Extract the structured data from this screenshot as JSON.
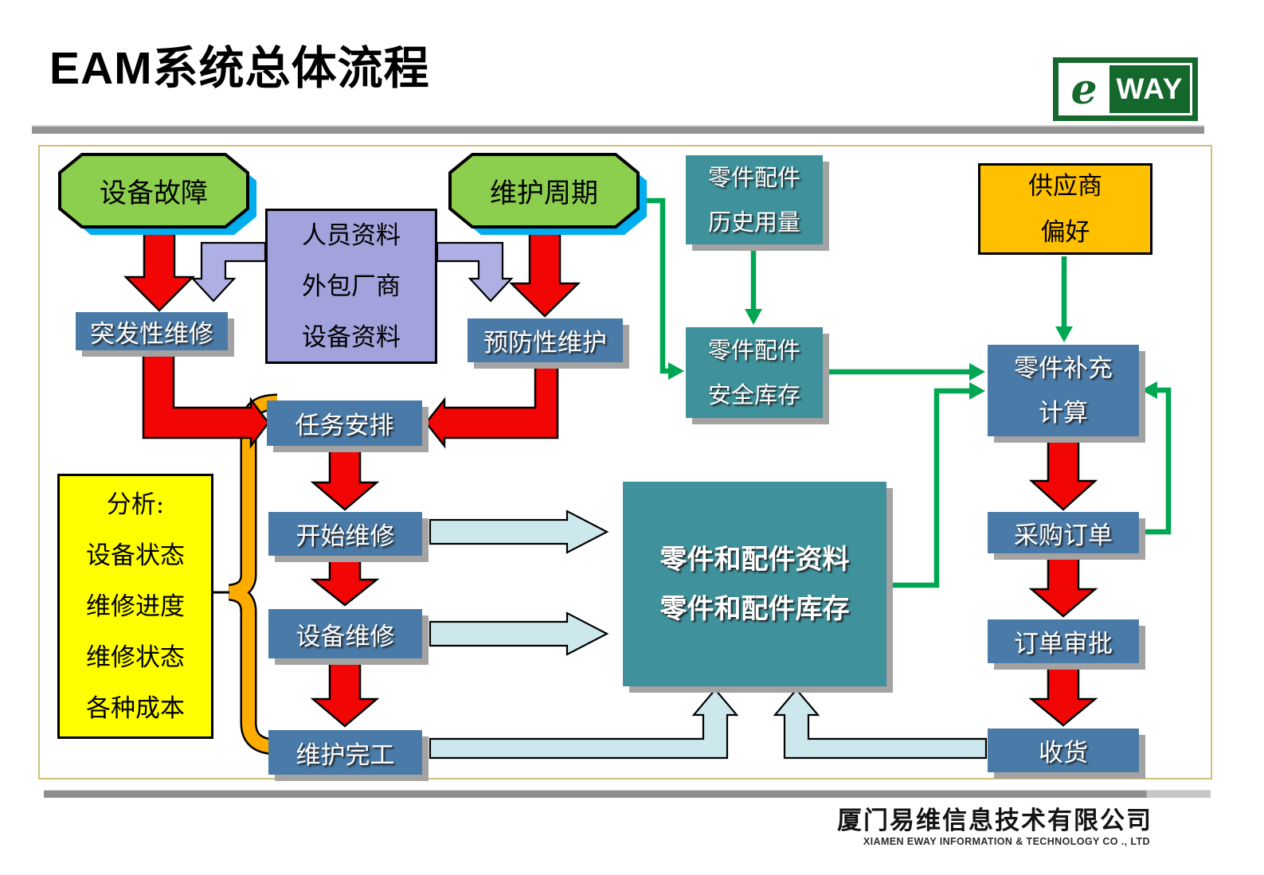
{
  "title": "EAM系统总体流程",
  "logo": {
    "e": "e",
    "way": "WAY"
  },
  "nodes": {
    "equipment_failure": "设备故障",
    "maintenance_cycle": "维护周期",
    "resources": [
      "人员资料",
      "外包厂商",
      "设备资料"
    ],
    "parts_history": [
      "零件配件",
      "历史用量"
    ],
    "supplier": [
      "供应商",
      "偏好"
    ],
    "emergency": "突发性维修",
    "preventive": "预防性维护",
    "safety_stock": [
      "零件配件",
      "安全库存"
    ],
    "replenish": [
      "零件补充",
      "计算"
    ],
    "task": "任务安排",
    "start": "开始维修",
    "repair": "设备维修",
    "finish": "维护完工",
    "central": [
      "零件和配件资料",
      "零件和配件库存"
    ],
    "purchase_order": "采购订单",
    "order_approval": "订单审批",
    "receive": "收货",
    "analysis": {
      "title": "分析:",
      "items": [
        "设备状态",
        "维修进度",
        "维修状态",
        "各种成本"
      ]
    }
  },
  "footer": {
    "company_cn": "厦门易维信息技术有限公司",
    "company_en": "XIAMEN EWAY INFORMATION & TECHNOLOGY CO ., LTD"
  },
  "colors": {
    "box_blue": "#4A7BA8",
    "box_teal": "#3F919B",
    "octagon_green": "#8CCE4E",
    "octagon_shadow_blue": "#00AEEF",
    "arrow_red": "#F10505",
    "arrow_green": "#00A651",
    "arrow_lavender": "#AEB0E4",
    "arrow_lightblue": "#CDE8EC",
    "box_purple": "#A2A2DC",
    "box_yellow": "#FFFF00",
    "box_orange": "#FFC000",
    "brace_orange": "#FFAC00",
    "logo_green": "#15682C"
  }
}
